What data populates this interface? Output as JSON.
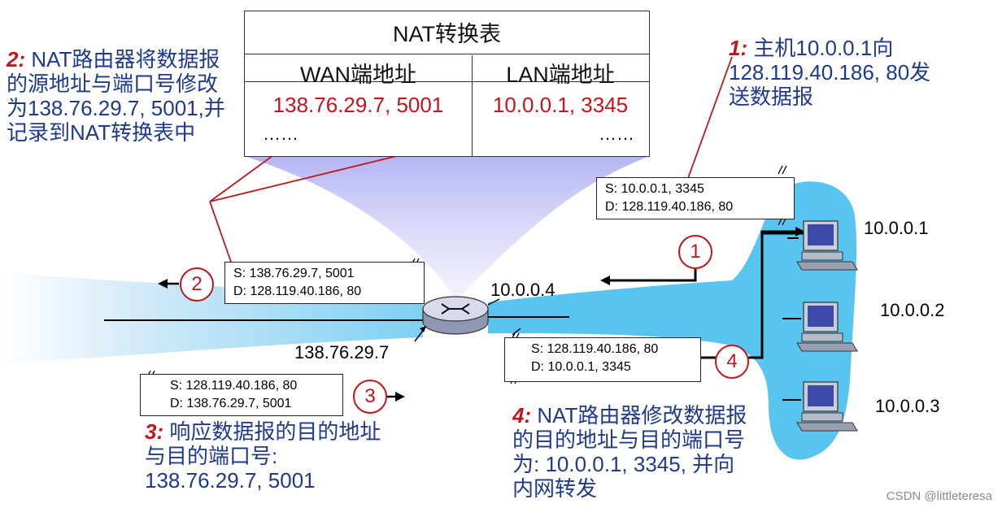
{
  "nat_table": {
    "title": "NAT转换表",
    "wan_header": "WAN端地址",
    "lan_header": "LAN端地址",
    "wan_value": "138.76.29.7, 5001",
    "lan_value": "10.0.0.1, 3345",
    "wan_more": "……",
    "lan_more": "……"
  },
  "steps": {
    "s1": {
      "num": "1:",
      "text": "主机10.0.0.1向128.119.40.186, 80发送数据报"
    },
    "s2": {
      "num": "2:",
      "text": "NAT路由器将数据报的源地址与端口号修改为138.76.29.7, 5001,并记录到NAT转换表中"
    },
    "s3": {
      "num": "3:",
      "text": "响应数据报的目的地址与目的端口号: 138.76.29.7, 5001"
    },
    "s4": {
      "num": "4:",
      "text": "NAT路由器修改数据报的目的地址与目的端口号为: 10.0.0.1, 3345, 并向内网转发"
    }
  },
  "packets": {
    "p1": {
      "src": "S: 10.0.0.1, 3345",
      "dst": "D: 128.119.40.186, 80",
      "badge": "1"
    },
    "p2": {
      "src": "S: 138.76.29.7, 5001",
      "dst": "D: 128.119.40.186, 80",
      "badge": "2"
    },
    "p3": {
      "src": "S: 128.119.40.186, 80",
      "dst": "D: 138.76.29.7, 5001",
      "badge": "3"
    },
    "p4": {
      "src": "S: 128.119.40.186, 80",
      "dst": "D: 10.0.0.1, 3345",
      "badge": "4"
    }
  },
  "addresses": {
    "router_lan": "10.0.0.4",
    "router_wan": "138.76.29.7",
    "host1": "10.0.0.1",
    "host2": "10.0.0.2",
    "host3": "10.0.0.3"
  },
  "colors": {
    "network_blue": "#58c4f0",
    "annotation_blue": "#1f3a8a",
    "accent_red": "#c0161d"
  },
  "icons": [
    "router-icon",
    "computer-icon"
  ],
  "watermark": "CSDN @littleteresa"
}
